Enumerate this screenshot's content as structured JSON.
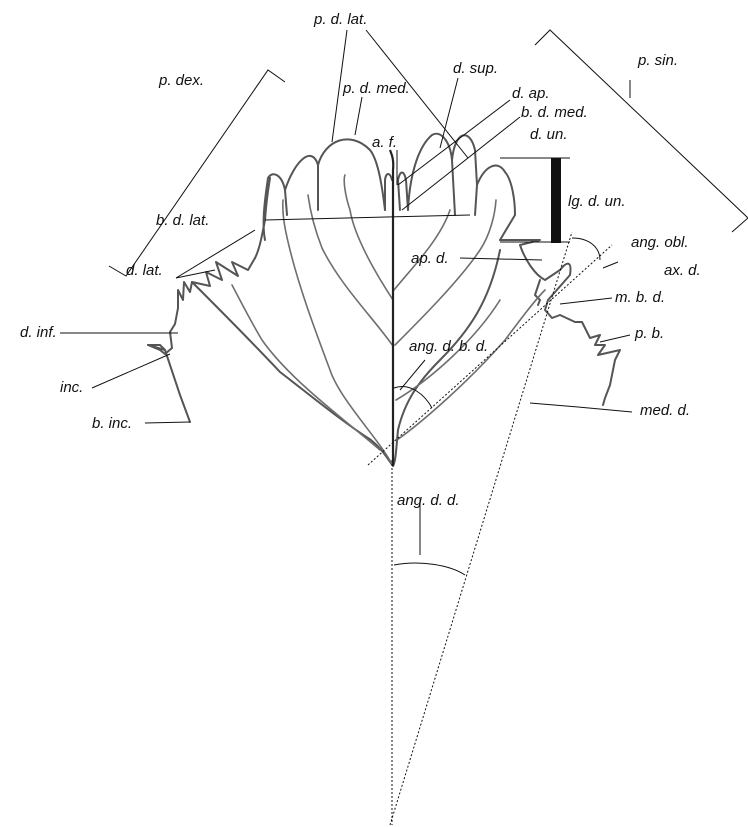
{
  "labels": {
    "p_d_lat": "p. d. lat.",
    "p_sin": "p. sin.",
    "p_dex": "p. dex.",
    "d_sup": "d. sup.",
    "p_d_med": "p. d. med.",
    "d_ap": "d. ap.",
    "b_d_med": "b. d. med.",
    "a_f": "a. f.",
    "d_un": "d. un.",
    "lg_d_un": "lg. d. un.",
    "b_d_lat": "b. d. lat.",
    "ang_obl": "ang. obl.",
    "ap_d": "ap. d.",
    "ax_d": "ax. d.",
    "d_lat": "d. lat.",
    "m_b_d": "m. b. d.",
    "d_inf": "d. inf.",
    "p_b": "p. b.",
    "ang_d_b_d": "ang. d. b. d.",
    "inc": "inc.",
    "b_inc": "b. inc.",
    "med_d": "med. d.",
    "ang_d_d": "ang. d. d."
  }
}
